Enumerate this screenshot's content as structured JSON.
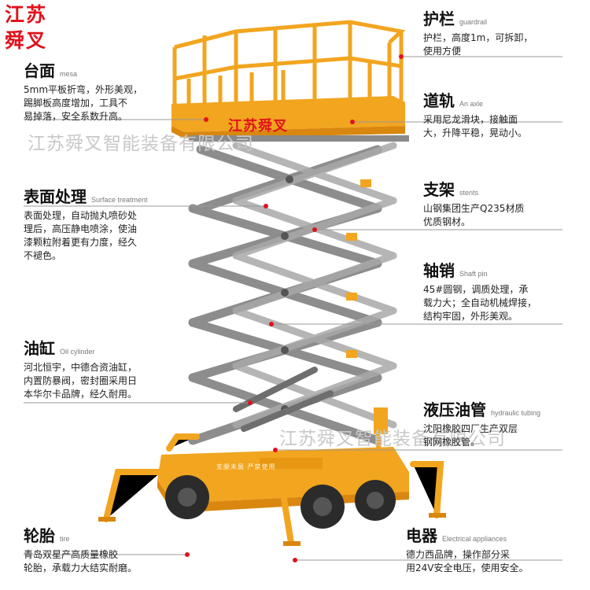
{
  "brand": {
    "line1": "江苏",
    "line2": "舜叉"
  },
  "watermarks": {
    "top": "江苏舜叉智能装备有限公司",
    "bottom": "江苏舜叉智能装备有限公司",
    "stamp": "江苏舜叉"
  },
  "machine": {
    "deck_text": "支腿未展  严禁使用"
  },
  "labels": {
    "mesa": {
      "title": "台面",
      "en": "mesa",
      "desc": [
        "5mm平板折弯，外形美观，",
        "踢脚板高度增加，工具不",
        "易掉落，安全系数升高。"
      ]
    },
    "surface": {
      "title": "表面处理",
      "en": "Surface treatment",
      "desc": [
        "表面处理，自动抛丸喷砂处",
        "理后，高压静电喷涂，使油",
        "漆颗粒附着更有力度，经久",
        "不褪色。"
      ]
    },
    "cylinder": {
      "title": "油缸",
      "en": "Oil cylinder",
      "desc": [
        "河北恒宇，中德合资油缸，",
        "内置防暴阀，密封圈采用日",
        "本华尔卡品牌，经久耐用。"
      ]
    },
    "tire": {
      "title": "轮胎",
      "en": "tire",
      "desc": [
        "青岛双星产高质量橡胶",
        "轮胎，承载力大结实耐磨。"
      ]
    },
    "guardrail": {
      "title": "护栏",
      "en": "guardrail",
      "desc": [
        "护栏，高度1m，可拆卸，",
        "使用方便"
      ]
    },
    "axle": {
      "title": "道轨",
      "en": "An axle",
      "desc": [
        "采用尼龙滑块，接触面",
        "大，升降平稳，晃动小。"
      ]
    },
    "stents": {
      "title": "支架",
      "en": "stents",
      "desc": [
        "山钢集团生产Q235材质",
        "优质钢材。"
      ]
    },
    "shaft": {
      "title": "轴销",
      "en": "Shaft pin",
      "desc": [
        "45#圆钢，调质处理，承",
        "载力大；全自动机械焊接，",
        "结构牢固，外形美观。"
      ]
    },
    "hydraulic": {
      "title": "液压油管",
      "en": "hydraulic tubing",
      "desc": [
        "沈阳橡胶四厂生产双层",
        "钢网橡胶管。"
      ]
    },
    "electrical": {
      "title": "电器",
      "en": "Electrical appliances",
      "desc": [
        "德力西品牌，操作部分采",
        "用24V安全电压，使用安全。"
      ]
    }
  },
  "colors": {
    "accent_red": "#e0121b",
    "machine_yellow": "#f5a623",
    "scissor_gray": "#8d8d8d",
    "leader_line": "#999999"
  }
}
